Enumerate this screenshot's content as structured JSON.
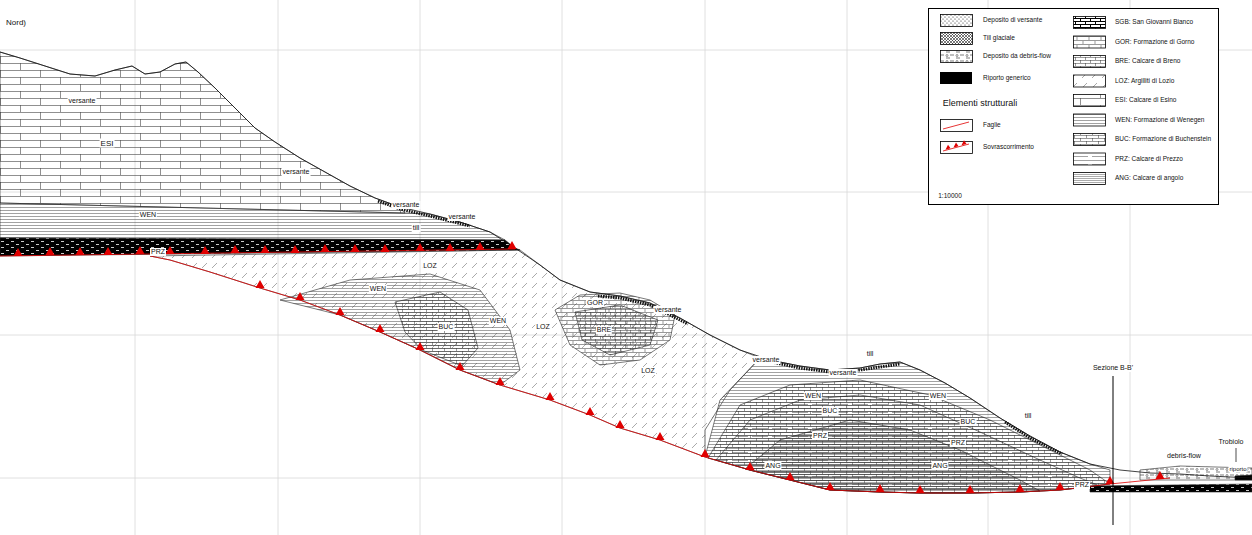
{
  "diagram": {
    "labels": [
      "Nord)",
      "versante",
      "ESI",
      "versante",
      "versante",
      "versante",
      "till",
      "WEN",
      "PRZ",
      "LOZ",
      "WEN",
      "BUC",
      "WEN",
      "LOZ",
      "GOR",
      "BRE",
      "versante",
      "LOZ",
      "versante",
      "till",
      "versante",
      "WEN",
      "WEN",
      "BUC",
      "BUC",
      "PRZ",
      "PRZ",
      "ANG",
      "ANG",
      "PRZ",
      "till",
      "Sezione B-B'",
      "debris-flow",
      "Trobiolo",
      "riporto",
      "Elementi strutturali",
      "1:10000"
    ],
    "legend": [
      {
        "text": "Deposito di versante"
      },
      {
        "text": "Till glaciale"
      },
      {
        "text": "Deposito da debris-flow"
      },
      {
        "text": "Riporto generico",
        "color": "#000000"
      },
      {
        "text": "Faglie"
      },
      {
        "text": "Sovrascorrimento"
      },
      {
        "text": "SGB: San Giovanni Bianco"
      },
      {
        "text": "GOR: Formazione di Gorno"
      },
      {
        "text": "BRE: Calcare di Breno"
      },
      {
        "text": "LOZ: Argilliti di Lozio"
      },
      {
        "text": "ESI: Calcare di Esino"
      },
      {
        "text": "WEN: Formazione di Wenegen"
      },
      {
        "text": "BUC: Formazione di Buchenstein"
      },
      {
        "text": "PRZ: Calcare di Prezzo"
      },
      {
        "text": "ANG: Calcare di angolo"
      }
    ]
  }
}
